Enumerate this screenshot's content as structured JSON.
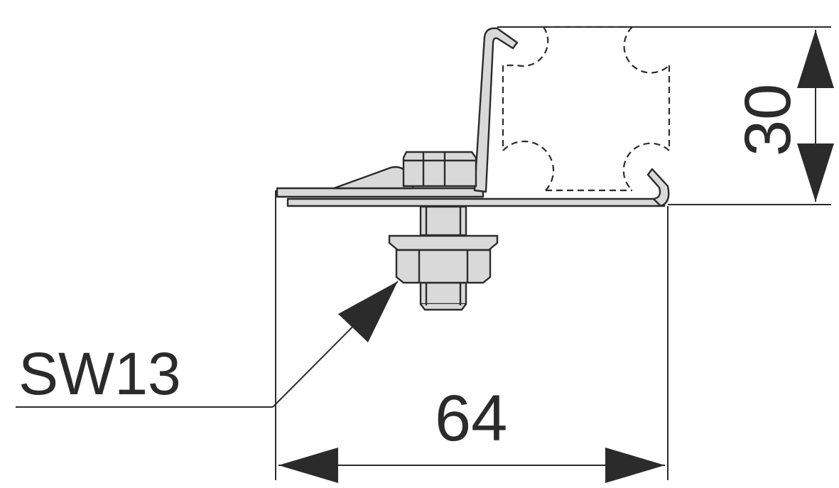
{
  "labels": {
    "wrench_size": "SW13",
    "width_dimension": "64",
    "height_dimension": "30"
  },
  "colors": {
    "line": "#2b2b2b",
    "metal_fill": "#d9d9d9",
    "background": "#ffffff"
  }
}
